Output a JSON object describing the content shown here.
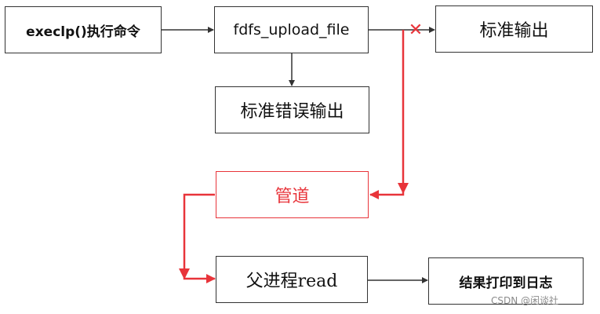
{
  "nodes": {
    "exec": "execlp()执行命令",
    "fdfs": "fdfs_upload_file",
    "stdout": "标准输出",
    "stderr": "标准错误输出",
    "pipe": "管道",
    "parent_read": "父进程read",
    "log": "结果打印到日志"
  },
  "blocked_mark": "✕",
  "watermark": "CSDN @闲谈社",
  "colors": {
    "black_line": "#333333",
    "red_line": "#e8343a"
  }
}
